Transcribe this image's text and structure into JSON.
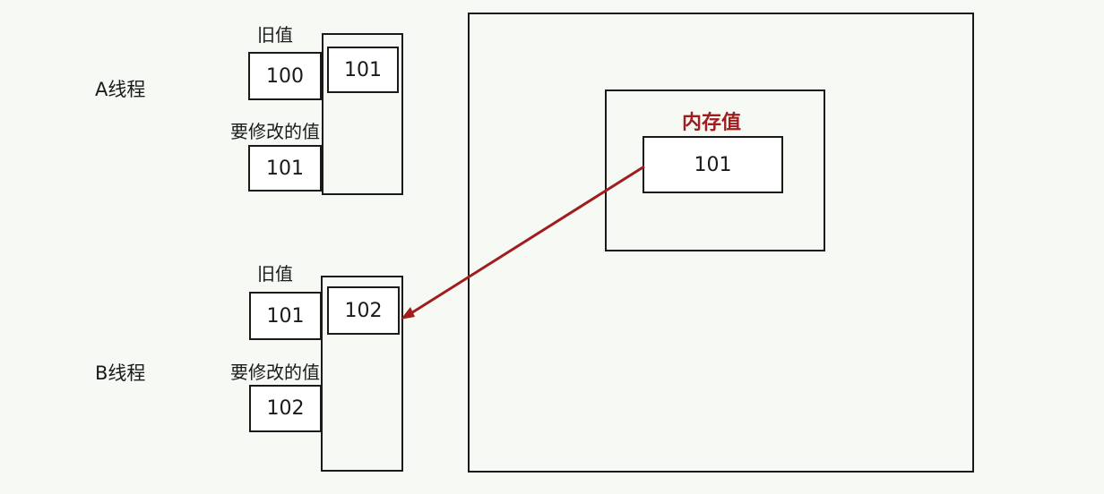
{
  "thread_a": {
    "label": "A线程",
    "old_value_label": "旧值",
    "old_value": "100",
    "new_value_label": "要修改的值",
    "new_value": "101",
    "stored_value": "101"
  },
  "thread_b": {
    "label": "B线程",
    "old_value_label": "旧值",
    "old_value": "101",
    "new_value_label": "要修改的值",
    "new_value": "102",
    "stored_value": "102"
  },
  "memory": {
    "title": "内存值",
    "value": "101"
  },
  "colors": {
    "arrow": "#a11d1d",
    "memory_title": "#a11d1d"
  }
}
